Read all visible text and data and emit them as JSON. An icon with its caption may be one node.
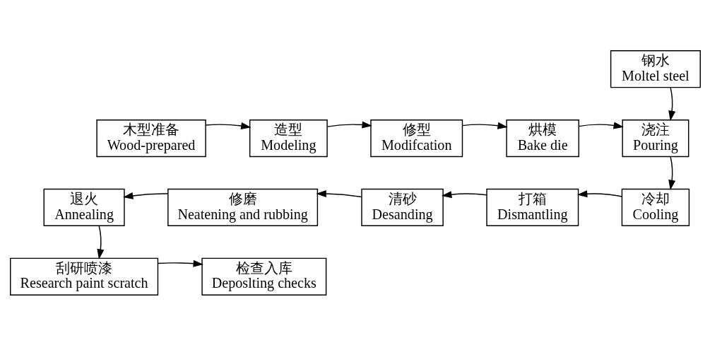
{
  "diagram": {
    "nodes": [
      {
        "text": [
          "钢水",
          "Moltel steel"
        ]
      },
      {
        "text": [
          "木型准备",
          "Wood-prepared"
        ]
      },
      {
        "text": [
          "造型",
          "Modeling"
        ]
      },
      {
        "text": [
          "修型",
          "Modifcation"
        ]
      },
      {
        "text": [
          "烘模",
          "Bake die"
        ]
      },
      {
        "text": [
          "浇注",
          "Pouring"
        ]
      },
      {
        "text": [
          "退火",
          "Annealing"
        ]
      },
      {
        "text": [
          "修磨",
          "Neatening and rubbing"
        ]
      },
      {
        "text": [
          "清砂",
          "Desanding"
        ]
      },
      {
        "text": [
          "打箱",
          "Dismantling"
        ]
      },
      {
        "text": [
          "冷却",
          "Cooling"
        ]
      },
      {
        "text": [
          "刮研喷漆",
          "Research paint scratch"
        ]
      },
      {
        "text": [
          "检查入库",
          "Deposlting checks"
        ]
      }
    ],
    "edges": [
      {
        "from": 1,
        "to": 2,
        "arrow": "to"
      },
      {
        "from": 2,
        "to": 3,
        "arrow": "to"
      },
      {
        "from": 3,
        "to": 4,
        "arrow": "to"
      },
      {
        "from": 4,
        "to": 5,
        "arrow": "to"
      },
      {
        "from": 0,
        "to": 5,
        "arrow": "to"
      },
      {
        "from": 5,
        "to": 10,
        "arrow": "to"
      },
      {
        "from": 10,
        "to": 9,
        "arrow": "to"
      },
      {
        "from": 9,
        "to": 8,
        "arrow": "to"
      },
      {
        "from": 8,
        "to": 7,
        "arrow": "to"
      },
      {
        "from": 7,
        "to": 6,
        "arrow": "to"
      },
      {
        "from": 6,
        "to": 11,
        "arrow": "to"
      },
      {
        "from": 11,
        "to": 12,
        "arrow": "to"
      }
    ]
  }
}
